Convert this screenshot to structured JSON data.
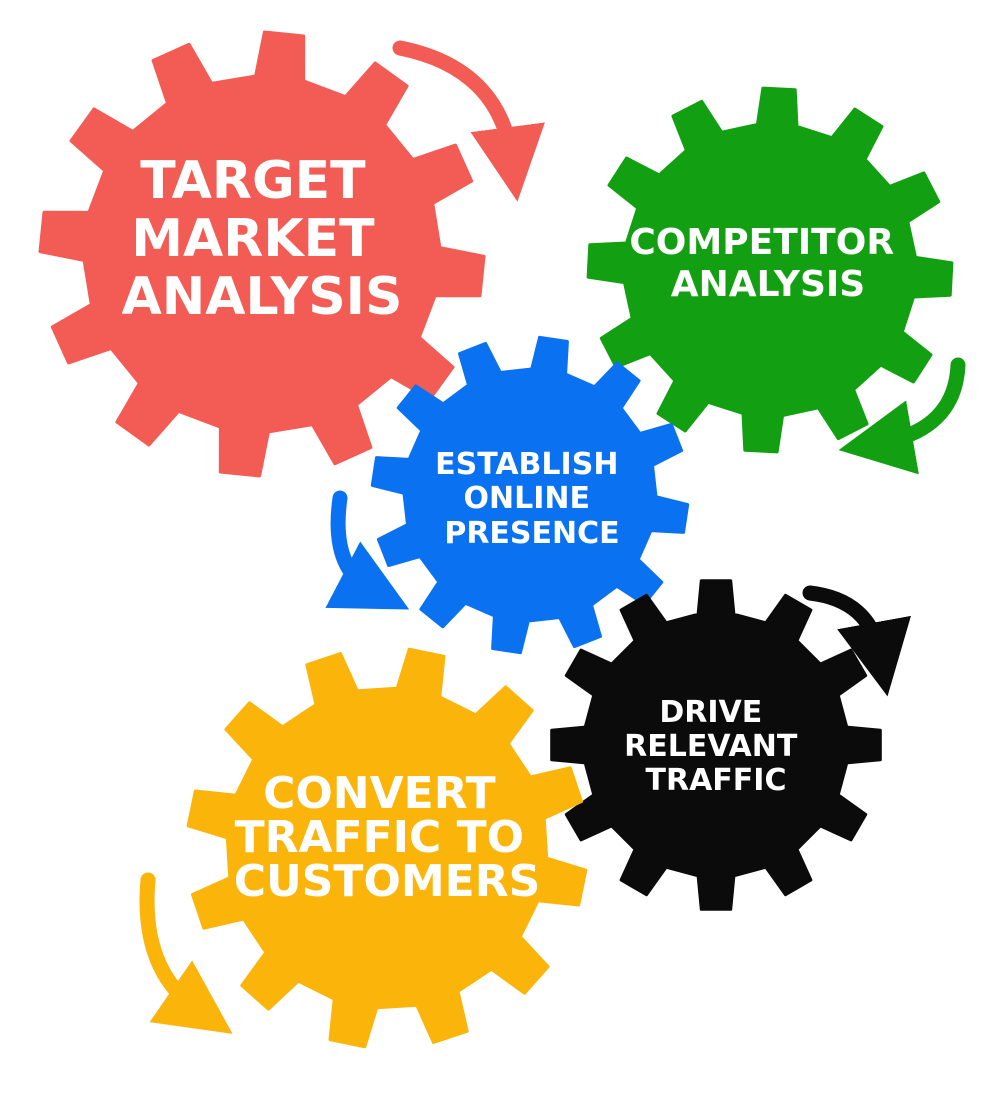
{
  "gears": [
    {
      "id": "target-market-analysis",
      "lines": [
        "TARGET",
        "MARKET",
        "ANALYSIS"
      ],
      "color": "#f25c54"
    },
    {
      "id": "competitor-analysis",
      "lines": [
        "COMPETITOR",
        "ANALYSIS"
      ],
      "color": "#12a012"
    },
    {
      "id": "establish-online-presence",
      "lines": [
        "ESTABLISH",
        "ONLINE",
        "PRESENCE"
      ],
      "color": "#0a72f0"
    },
    {
      "id": "drive-relevant-traffic",
      "lines": [
        "DRIVE",
        "RELEVANT",
        "TRAFFIC"
      ],
      "color": "#0b0b0b"
    },
    {
      "id": "convert-traffic-to-customers",
      "lines": [
        "CONVERT",
        "TRAFFIC TO",
        "CUSTOMERS"
      ],
      "color": "#fbb40a"
    }
  ],
  "arrows": [
    {
      "id": "arrow-red",
      "color": "#f25c54"
    },
    {
      "id": "arrow-green",
      "color": "#12a012"
    },
    {
      "id": "arrow-blue",
      "color": "#0a72f0"
    },
    {
      "id": "arrow-black",
      "color": "#0b0b0b"
    },
    {
      "id": "arrow-yellow",
      "color": "#fbb40a"
    }
  ]
}
